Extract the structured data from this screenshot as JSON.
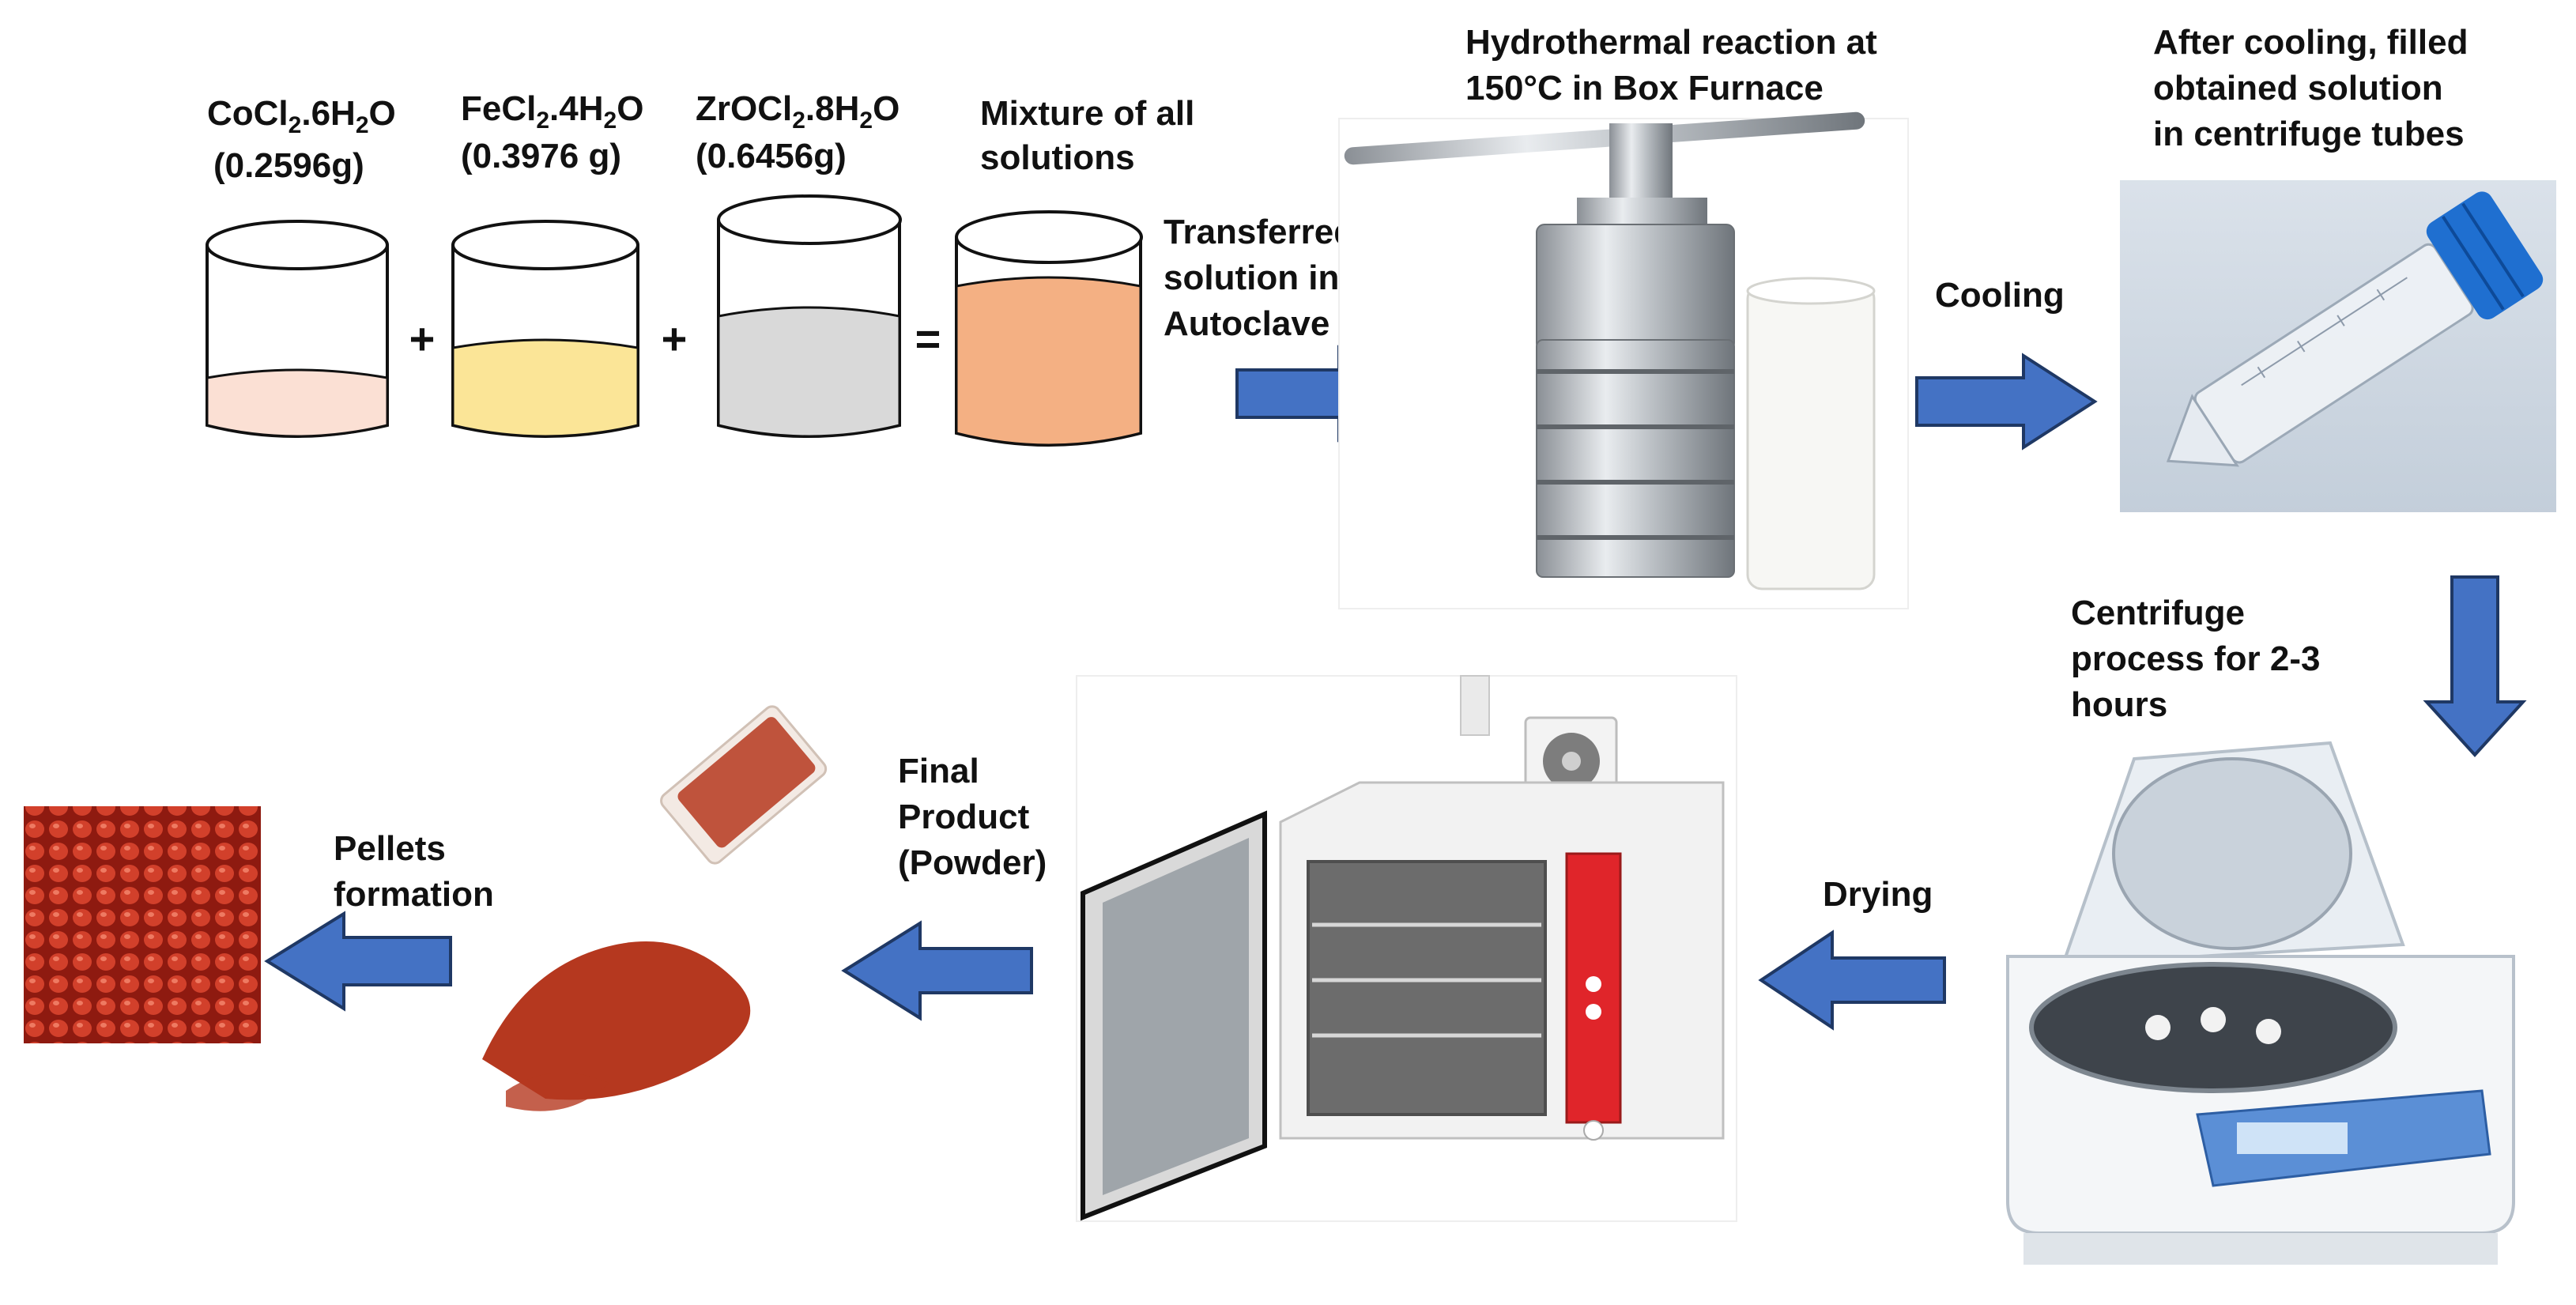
{
  "reagents": [
    {
      "formula_base": "CoCl",
      "sub1": "2",
      "mid": ".6H",
      "sub2": "2",
      "tail": "O",
      "mass": "(0.2596g)",
      "color": "#fbe0d4"
    },
    {
      "formula_base": "FeCl",
      "sub1": "2",
      "mid": ".4H",
      "sub2": "2",
      "tail": "O",
      "mass": "(0.3976 g)",
      "color": "#fbe597"
    },
    {
      "formula_base": "ZrOCl",
      "sub1": "2",
      "mid": ".8H",
      "sub2": "2",
      "tail": "O",
      "mass": "(0.6456g)",
      "color": "#d9d9d9"
    }
  ],
  "mixture": {
    "line1": "Mixture of all",
    "line2": "solutions",
    "color": "#f4b083"
  },
  "operators": {
    "plus": "+",
    "equals": "="
  },
  "steps": {
    "transfer": [
      "Transferred mixed",
      "solution in",
      "Autoclave"
    ],
    "hydrothermal": [
      "Hydrothermal reaction at",
      "150°C in Box Furnace"
    ],
    "cooling": [
      "Cooling"
    ],
    "tubes": [
      "After cooling, filled",
      "obtained solution",
      "in centrifuge tubes"
    ],
    "centrifuge": [
      "Centrifuge",
      "process for 2-3",
      "hours"
    ],
    "drying": [
      "Drying"
    ],
    "product": [
      "Final",
      "Product",
      "(Powder)"
    ],
    "pellets": [
      "Pellets",
      "formation"
    ]
  },
  "colors": {
    "arrow_fill": "#4472c4",
    "arrow_stroke": "#1f3864",
    "powder": "#b5381f",
    "oven_panel": "#e0252a",
    "tube_cap": "#1f6fd0"
  }
}
